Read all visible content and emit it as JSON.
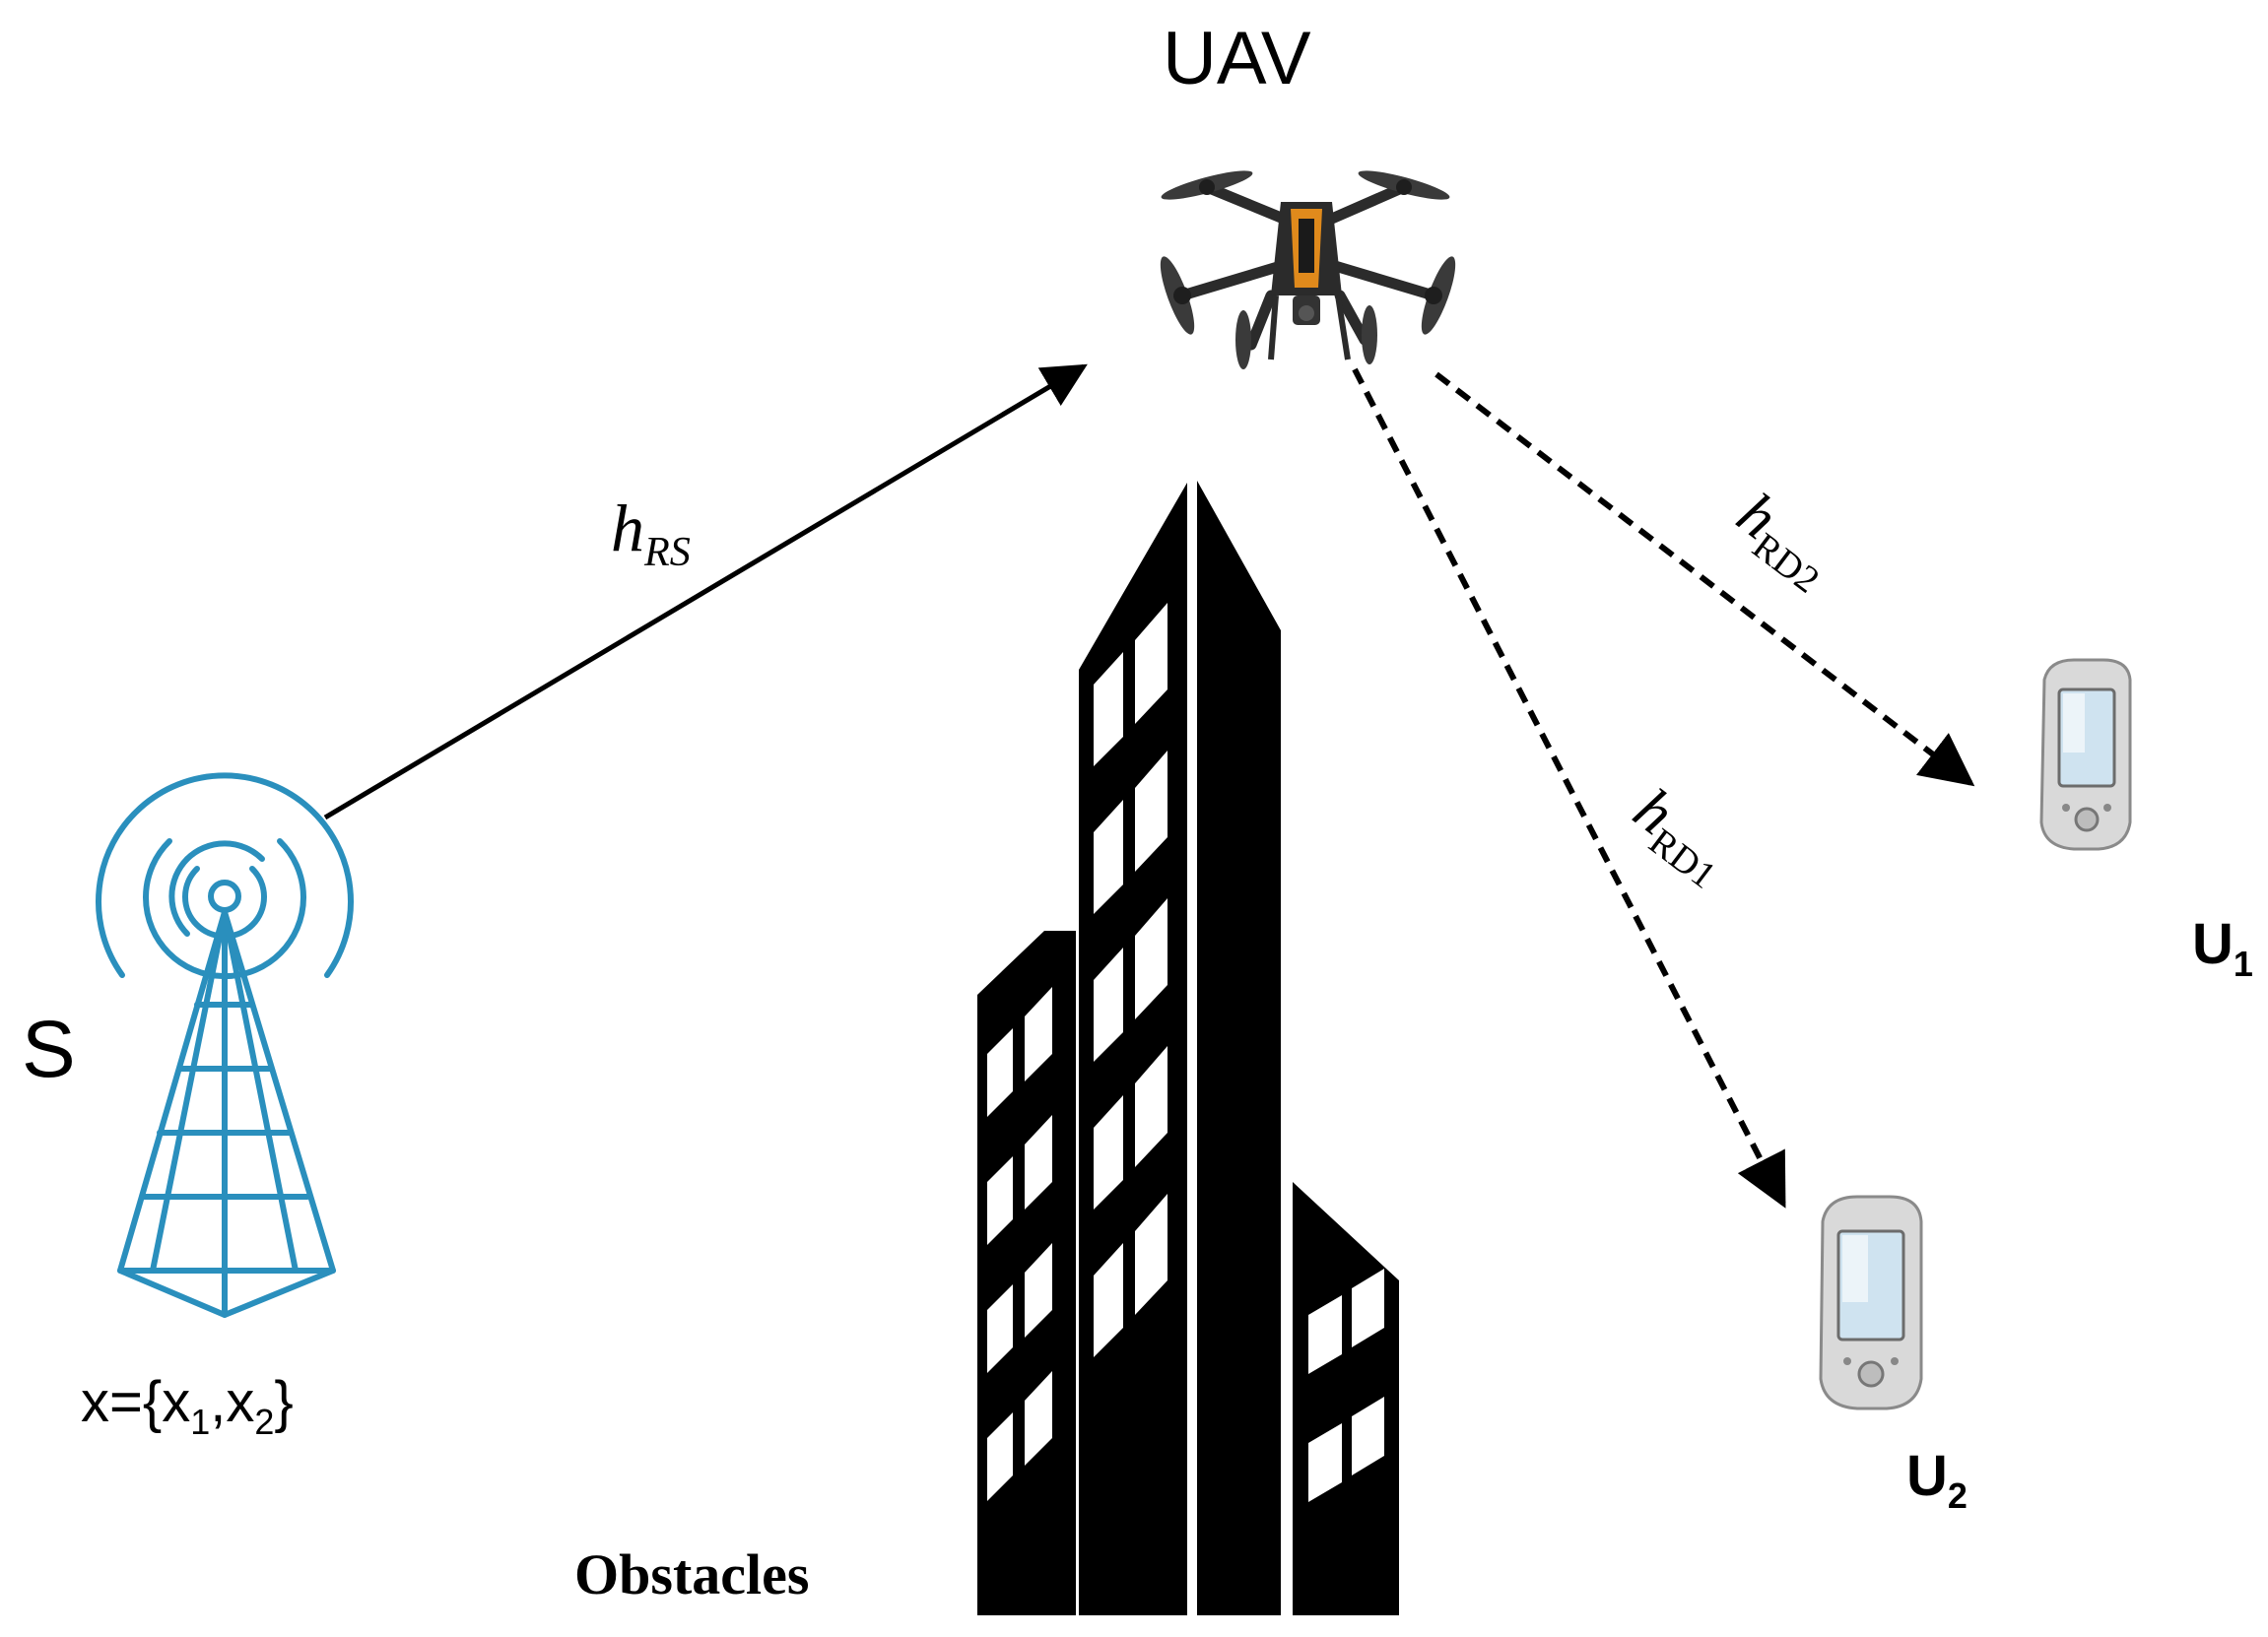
{
  "labels": {
    "uav": "UAV",
    "source": "S",
    "source_signal": {
      "lead": "x={x",
      "s1": "1",
      "mid": ",x",
      "s2": "2",
      "tail": "}"
    },
    "obstacles": "Obstacles",
    "u1": {
      "base": "U",
      "sub": "1"
    },
    "u2": {
      "base": "U",
      "sub": "2"
    }
  },
  "channels": {
    "rs": {
      "base": "h",
      "sub": "RS"
    },
    "rd1": {
      "base": "h",
      "sub": "RD1"
    },
    "rd2": {
      "base": "h",
      "sub": "RD2"
    }
  },
  "colors": {
    "tower": "#2a8fbd",
    "building": "#000000",
    "drone_accent": "#e08a1c",
    "drone_body": "#2b2b2b",
    "phone_body": "#d9d9d9",
    "phone_screen": "#cfe3f0",
    "link": "#000000"
  },
  "icons": [
    "cell-tower-icon",
    "drone-icon",
    "building-icon",
    "mobile-phone-icon"
  ]
}
